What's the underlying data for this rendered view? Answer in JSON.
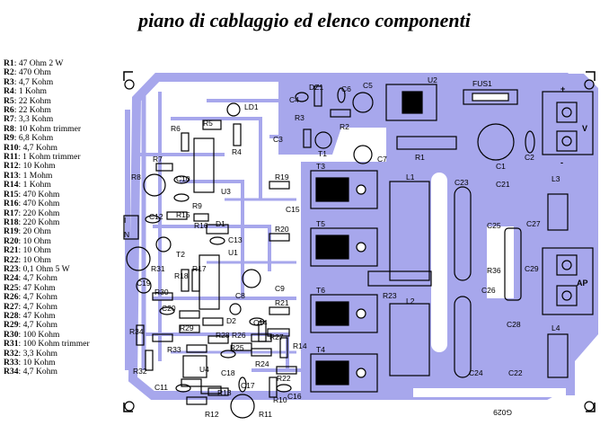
{
  "title": "piano di cablaggio ed elenco componenti",
  "components": [
    {
      "ref": "R1",
      "value": "47 Ohm 2 W"
    },
    {
      "ref": "R2",
      "value": "470 Ohm"
    },
    {
      "ref": "R3",
      "value": "4,7 Kohm"
    },
    {
      "ref": "R4",
      "value": "1 Kohm"
    },
    {
      "ref": "R5",
      "value": "22 Kohm"
    },
    {
      "ref": "R6",
      "value": "22 Kohm"
    },
    {
      "ref": "R7",
      "value": "3,3 Kohm"
    },
    {
      "ref": "R8",
      "value": "10 Kohm trimmer"
    },
    {
      "ref": "R9",
      "value": "6,8 Kohm"
    },
    {
      "ref": "R10",
      "value": "4,7 Kohm"
    },
    {
      "ref": "R11",
      "value": "1 Kohm trimmer"
    },
    {
      "ref": "R12",
      "value": "10 Kohm"
    },
    {
      "ref": "R13",
      "value": "1 Mohm"
    },
    {
      "ref": "R14",
      "value": "1 Kohm"
    },
    {
      "ref": "R15",
      "value": "470 Kohm"
    },
    {
      "ref": "R16",
      "value": "470 Kohm"
    },
    {
      "ref": "R17",
      "value": "220 Kohm"
    },
    {
      "ref": "R18",
      "value": "220 Kohm"
    },
    {
      "ref": "R19",
      "value": "20 Ohm"
    },
    {
      "ref": "R20",
      "value": "10 Ohm"
    },
    {
      "ref": "R21",
      "value": "10 Ohm"
    },
    {
      "ref": "R22",
      "value": "10 Ohm"
    },
    {
      "ref": "R23",
      "value": "0,1 Ohm  5 W"
    },
    {
      "ref": "R24",
      "value": "4,7 Kohm"
    },
    {
      "ref": "R25",
      "value": "47 Kohm"
    },
    {
      "ref": "R26",
      "value": "4,7 Kohm"
    },
    {
      "ref": "R27",
      "value": "4,7 Kohm"
    },
    {
      "ref": "R28",
      "value": "47 Kohm"
    },
    {
      "ref": "R29",
      "value": "4,7 Kohm"
    },
    {
      "ref": "R30",
      "value": "100 Kohm"
    },
    {
      "ref": "R31",
      "value": "100 Kohm trimmer"
    },
    {
      "ref": "R32",
      "value": "3,3 Kohm"
    },
    {
      "ref": "R33",
      "value": "10 Kohm"
    },
    {
      "ref": "R34",
      "value": "4,7 Kohm"
    }
  ],
  "board_labels": {
    "ic": [
      "U1",
      "U2",
      "U3",
      "U4"
    ],
    "fuse": "FUS1",
    "led": "LD1",
    "zener": "DZ1",
    "diodes": [
      "D1",
      "D2"
    ],
    "transistors_small": [
      "T1",
      "T2"
    ],
    "transistors_power": [
      "T3",
      "T4",
      "T5",
      "T6"
    ],
    "inductors": [
      "L1",
      "L2",
      "L3",
      "L4"
    ],
    "capacitors": [
      "C1",
      "C2",
      "C3",
      "C4",
      "C5",
      "C6",
      "C7",
      "C8",
      "C9",
      "C10",
      "C11",
      "C12",
      "C13",
      "C14",
      "C15",
      "C16",
      "C17",
      "C18",
      "C19",
      "C20",
      "C21",
      "C22",
      "C23",
      "C24",
      "C25",
      "C26",
      "C27",
      "C28",
      "C29"
    ],
    "resistors": [
      "R1",
      "R2",
      "R3",
      "R4",
      "R5",
      "R6",
      "R7",
      "R8",
      "R9",
      "R10",
      "R11",
      "R12",
      "R13",
      "R14",
      "R15",
      "R16",
      "R17",
      "R18",
      "R19",
      "R20",
      "R21",
      "R22",
      "R23",
      "R24",
      "R25",
      "R26",
      "R27",
      "R28",
      "R29",
      "R30",
      "R31",
      "R32",
      "R33",
      "R34",
      "R36"
    ],
    "connector_v": "V",
    "connector_ap": "AP",
    "plus": "+",
    "minus": "-",
    "connector_in": [
      "I",
      "N"
    ],
    "pcb_code": "G029"
  },
  "colors": {
    "copper": "#a7a7ec",
    "component": "#000000",
    "background": "#ffffff"
  }
}
